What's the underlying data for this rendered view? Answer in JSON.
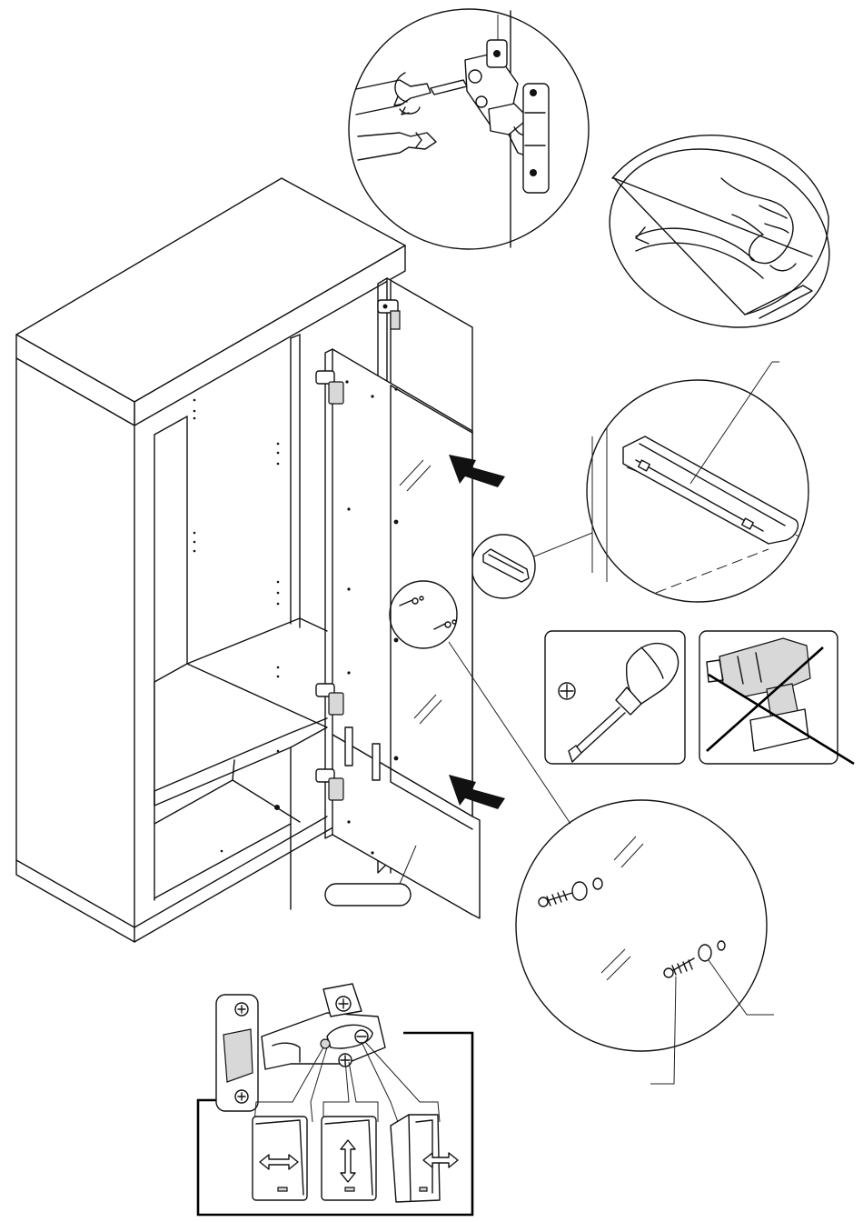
{
  "figure": {
    "part_label_text": "",
    "callout_label_1": "",
    "callout_label_2": ""
  },
  "tools": {
    "allowed": "screwdriver-icon",
    "forbidden": "power-drill-icon",
    "bit_symbol": "phillips-cross-icon"
  },
  "adjustments": [
    {
      "icon": "horizontal-arrow-icon",
      "axis": "side-to-side"
    },
    {
      "icon": "vertical-arrow-icon",
      "axis": "up-down"
    },
    {
      "icon": "depth-arrow-icon",
      "axis": "in-out"
    }
  ],
  "colors": {
    "line": "#111111",
    "background": "#ffffff"
  }
}
